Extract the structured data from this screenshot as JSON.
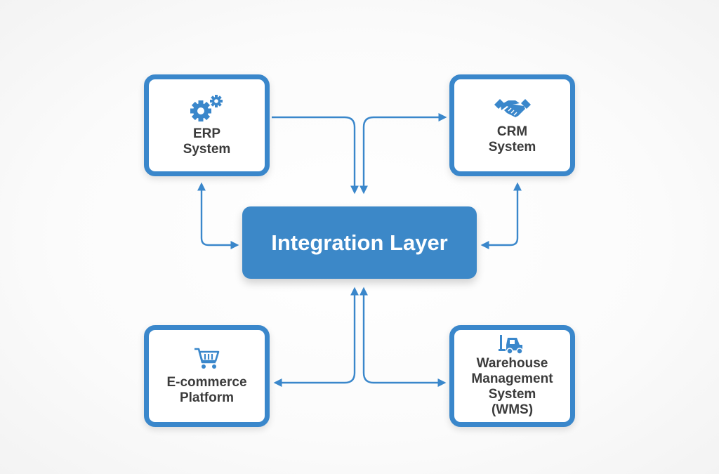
{
  "diagram": {
    "colors": {
      "accent": "#3a87cb",
      "hub_fill": "#3c88c8",
      "text": "#3b3b3b",
      "hub_text": "#ffffff"
    },
    "hub": {
      "label": "Integration Layer"
    },
    "nodes": {
      "erp": {
        "line1": "ERP",
        "line2": "System",
        "icon": "gears-icon"
      },
      "crm": {
        "line1": "CRM",
        "line2": "System",
        "icon": "handshake-icon"
      },
      "ecommerce": {
        "line1": "E-commerce",
        "line2": "Platform",
        "icon": "shopping-cart-icon"
      },
      "wms": {
        "line1": "Warehouse",
        "line2": "Management",
        "line3": "System",
        "line4": "(WMS)",
        "icon": "forklift-icon"
      }
    },
    "connections": [
      {
        "from": "erp",
        "to": "integration-layer",
        "direction": "one-way"
      },
      {
        "from": "integration-layer",
        "to": "crm",
        "direction": "one-way"
      },
      {
        "from": "erp",
        "to": "integration-layer",
        "direction": "bidirectional"
      },
      {
        "from": "crm",
        "to": "integration-layer",
        "direction": "bidirectional"
      },
      {
        "from": "integration-layer",
        "to": "ecommerce",
        "direction": "one-way"
      },
      {
        "from": "integration-layer",
        "to": "wms",
        "direction": "one-way"
      }
    ]
  }
}
